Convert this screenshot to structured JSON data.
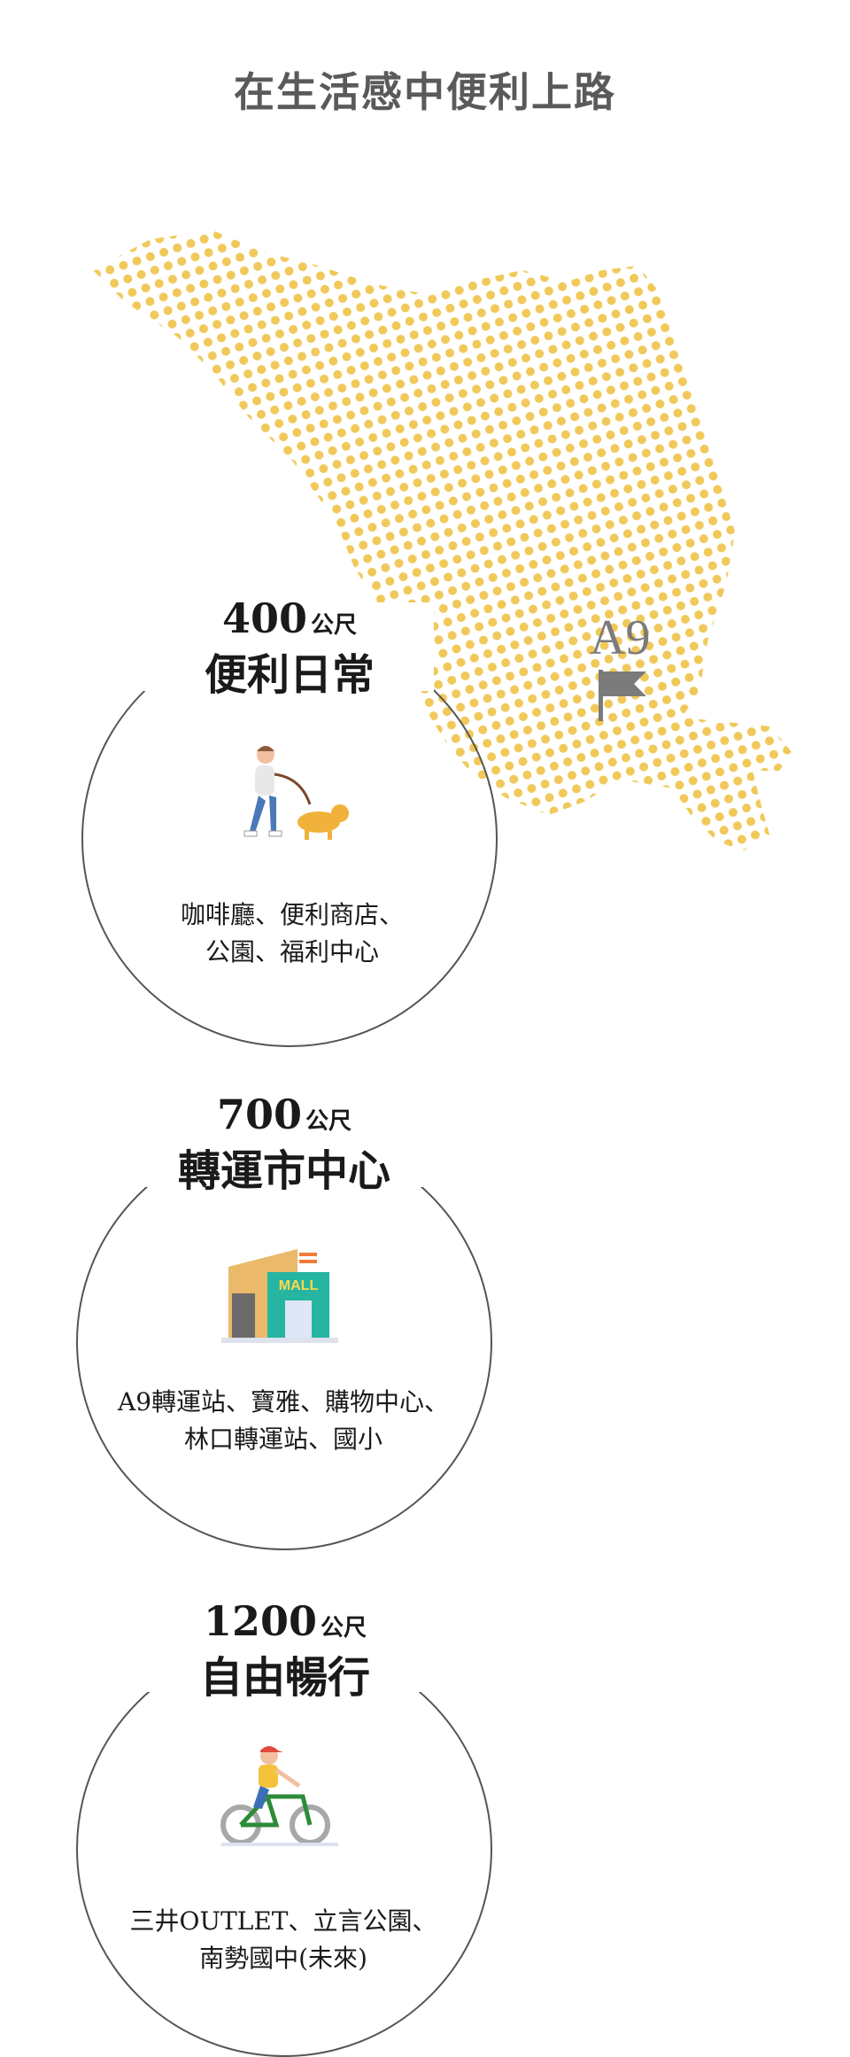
{
  "title": "在生活感中便利上路",
  "map": {
    "station_label": "A9",
    "accent_color": "#f0c95a"
  },
  "sections": [
    {
      "distance": "400",
      "unit": "公尺",
      "name": "便利日常",
      "line1": "咖啡廳、便利商店、",
      "line2": "公園、福利中心",
      "icon": "dog-walker-icon"
    },
    {
      "distance": "700",
      "unit": "公尺",
      "name": "轉運市中心",
      "line1": "A9轉運站、寶雅、購物中心、",
      "line2": "林口轉運站、國小",
      "icon": "mall-icon",
      "mall_sign": "MALL"
    },
    {
      "distance": "1200",
      "unit": "公尺",
      "name": "自由暢行",
      "line1": "三井OUTLET、立言公園、",
      "line2": "南勢國中(未來)",
      "icon": "cyclist-icon"
    }
  ]
}
